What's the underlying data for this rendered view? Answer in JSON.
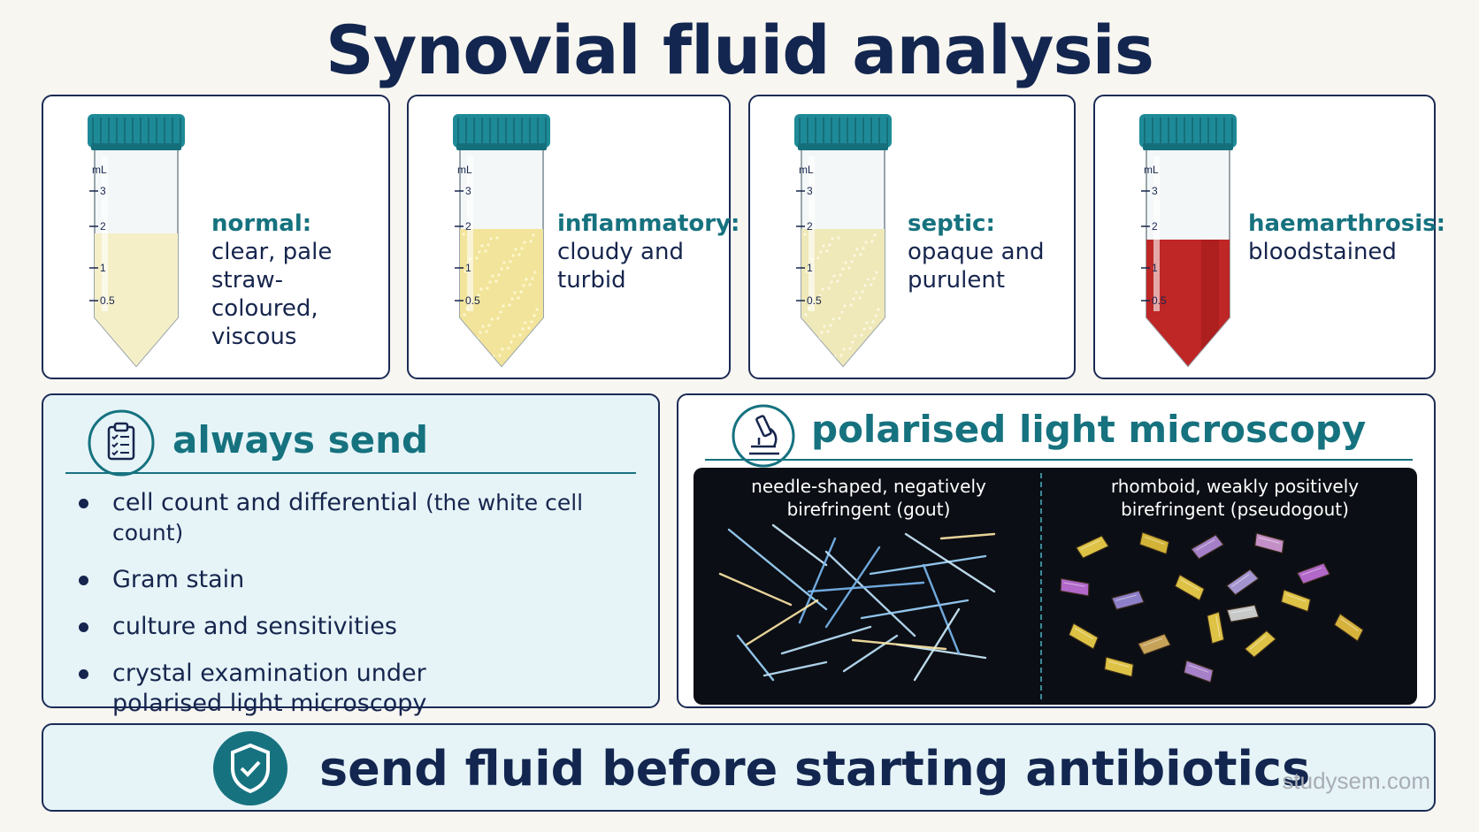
{
  "title": "Synovial fluid analysis",
  "tube_scale": {
    "unit": "mL",
    "marks": [
      "3",
      "2",
      "1",
      "0.5"
    ]
  },
  "tubes": [
    {
      "title": "normal:",
      "desc": "clear, pale\nstraw-coloured,\nviscous",
      "fluid_color": "#f5efc8",
      "texture": "clear"
    },
    {
      "title": "inflammatory:",
      "desc": "cloudy and\nturbid",
      "fluid_color": "#f2e49a",
      "texture": "cloudy"
    },
    {
      "title": "septic:",
      "desc": "opaque and\npurulent",
      "fluid_color": "#efe8b8",
      "texture": "opaque"
    },
    {
      "title": "haemarthrosis:",
      "desc": "bloodstained",
      "fluid_color": "#bf2626",
      "texture": "blood"
    }
  ],
  "always_send": {
    "heading": "always send",
    "icon": "clipboard-checklist-icon",
    "items": [
      {
        "text": "cell count and differential",
        "note": "(the white cell count)"
      },
      {
        "text": "Gram stain",
        "note": ""
      },
      {
        "text": "culture and sensitivities",
        "note": ""
      },
      {
        "text": "crystal examination under polarised light microscopy",
        "note": ""
      }
    ]
  },
  "polarised": {
    "heading": "polarised light microscopy",
    "icon": "microscope-icon",
    "left_label": "needle-shaped, negatively\nbirefringent (gout)",
    "right_label": "rhomboid, weakly positively\nbirefringent (pseudogout)"
  },
  "footer": {
    "icon": "shield-check-icon",
    "message": "send fluid before starting antibiotics",
    "watermark": "studysem.com"
  },
  "colors": {
    "navy": "#13264f",
    "teal": "#16727f",
    "panel_bg": "#e6f4f8",
    "cap": "#1e8a97"
  }
}
